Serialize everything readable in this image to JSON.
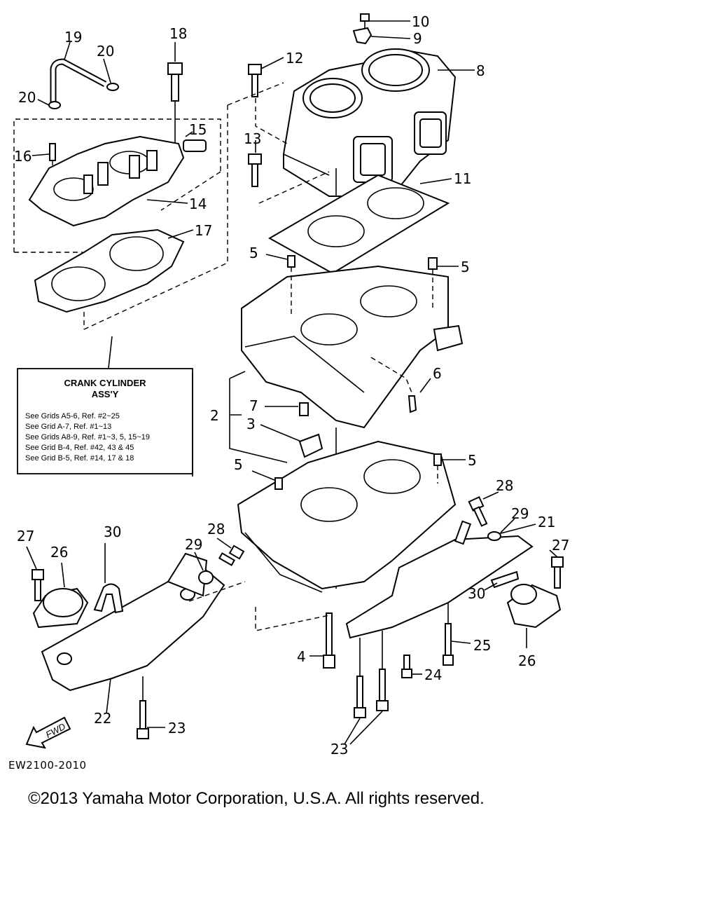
{
  "callouts": [
    "10",
    "9",
    "8",
    "12",
    "19",
    "20",
    "20",
    "18",
    "16",
    "15",
    "13",
    "14",
    "11",
    "17",
    "5",
    "5",
    "6",
    "7",
    "2",
    "3",
    "5",
    "5",
    "28",
    "29",
    "21",
    "27",
    "26",
    "30",
    "28",
    "29",
    "27",
    "30",
    "4",
    "25",
    "26",
    "24",
    "22",
    "23",
    "23"
  ],
  "info_box": {
    "title_1": "CRANK CYLINDER",
    "title_2": "ASS'Y",
    "lines": [
      "See Grids A5-6, Ref. #2~25",
      "See Grid A-7, Ref. #1~13",
      "See Grids A8-9, Ref. #1~3, 5, 15~19",
      "See Grid B-4, Ref. #42, 43 & 45",
      "See Grid B-5, Ref. #14, 17 & 18"
    ]
  },
  "fwd_label": "FWD",
  "doc_code": "EW2100-2010",
  "copyright": "©2013 Yamaha Motor Corporation, U.S.A. All rights reserved."
}
